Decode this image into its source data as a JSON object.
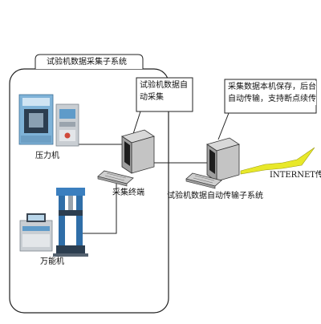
{
  "subsystem_title": "试验机数据采集子系统",
  "note_auto_collect": [
    "试验机数据自",
    "动采集"
  ],
  "note_storage": [
    "采集数据本机保存，后台",
    "自动传输，支持断点续传"
  ],
  "machine_press": "压力机",
  "machine_universal": "万能机",
  "terminal": "采集终端",
  "transmission_subsystem": "试验机数据自动传输子系统",
  "internet": "INTERNET传输",
  "colors": {
    "frame": "#222222",
    "machine_blue": "#7fb3d8",
    "machine_grey": "#c9ced3",
    "lightning": "#e8e82a"
  }
}
